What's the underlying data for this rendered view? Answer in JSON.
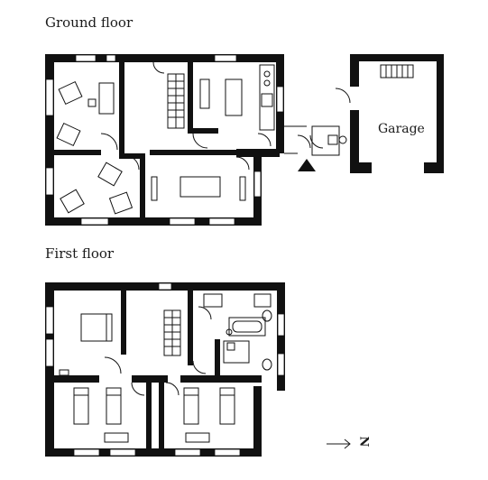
{
  "floors": {
    "ground": {
      "title": "Ground floor",
      "garage_label": "Garage"
    },
    "first": {
      "title": "First floor"
    }
  },
  "compass": {
    "letter": "N",
    "arrow_icon": "arrow-right-icon"
  },
  "colors": {
    "wall": "#111111",
    "ink": "#1a1a1a",
    "background": "#ffffff"
  }
}
